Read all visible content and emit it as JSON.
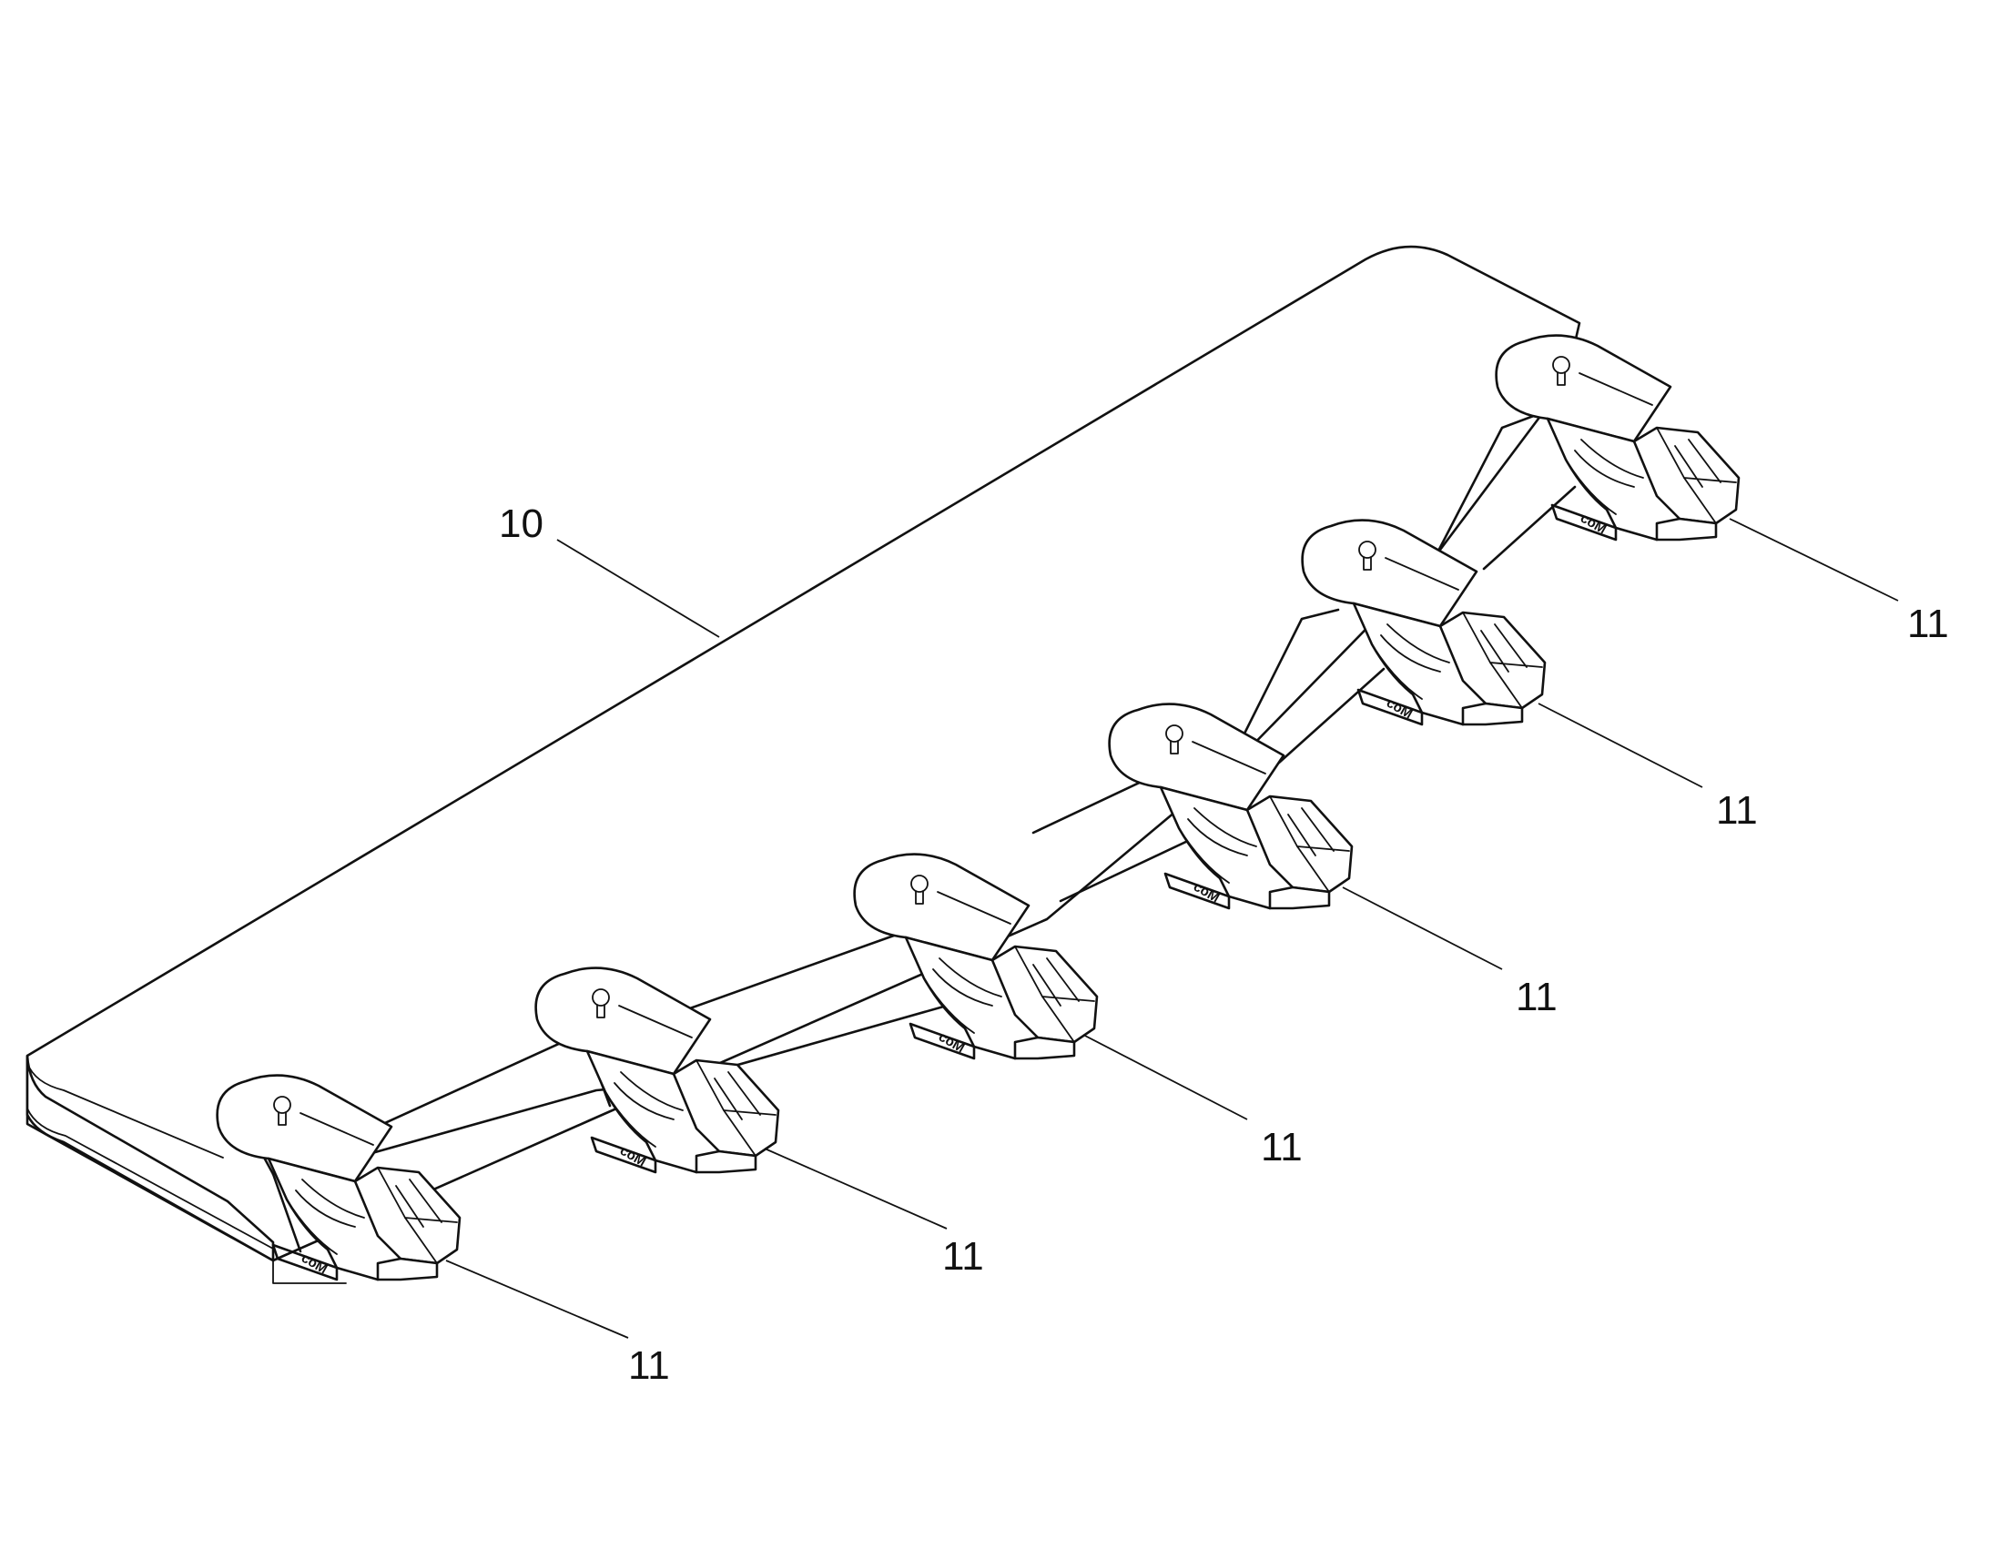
{
  "figure": {
    "reference_numerals": {
      "blade": "10",
      "teeth": [
        "11",
        "11",
        "11",
        "11",
        "11",
        "11"
      ]
    },
    "tooth_marking": "coM"
  }
}
